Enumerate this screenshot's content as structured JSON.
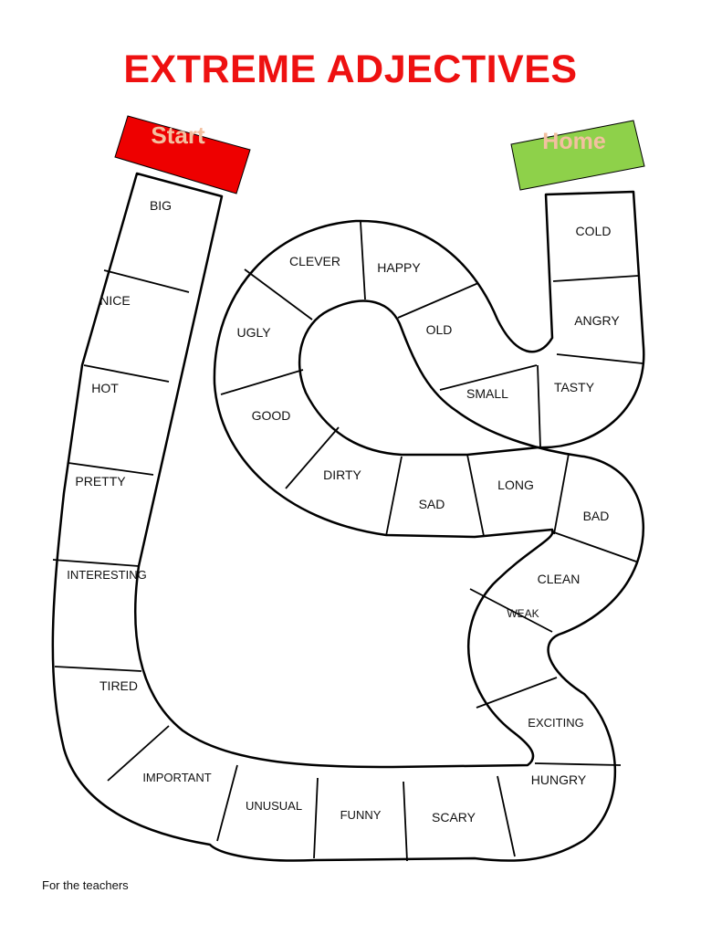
{
  "title": "EXTREME ADJECTIVES",
  "start_label": "Start",
  "home_label": "Home",
  "footer": "For the teachers",
  "colors": {
    "title": "#ee1111",
    "start_fill": "#ee0000",
    "home_fill": "#8ed14a",
    "badge_text": "#f3c0a0",
    "track_stroke": "#000000"
  },
  "squares": [
    "BIG",
    "NICE",
    "HOT",
    "PRETTY",
    "INTERESTING",
    "TIRED",
    "IMPORTANT",
    "UNUSUAL",
    "FUNNY",
    "SCARY",
    "HUNGRY",
    "EXCITING",
    "WEAK",
    "CLEAN",
    "BAD",
    "LONG",
    "SAD",
    "DIRTY",
    "GOOD",
    "UGLY",
    "CLEVER",
    "HAPPY",
    "OLD",
    "SMALL",
    "TASTY",
    "ANGRY",
    "COLD"
  ]
}
